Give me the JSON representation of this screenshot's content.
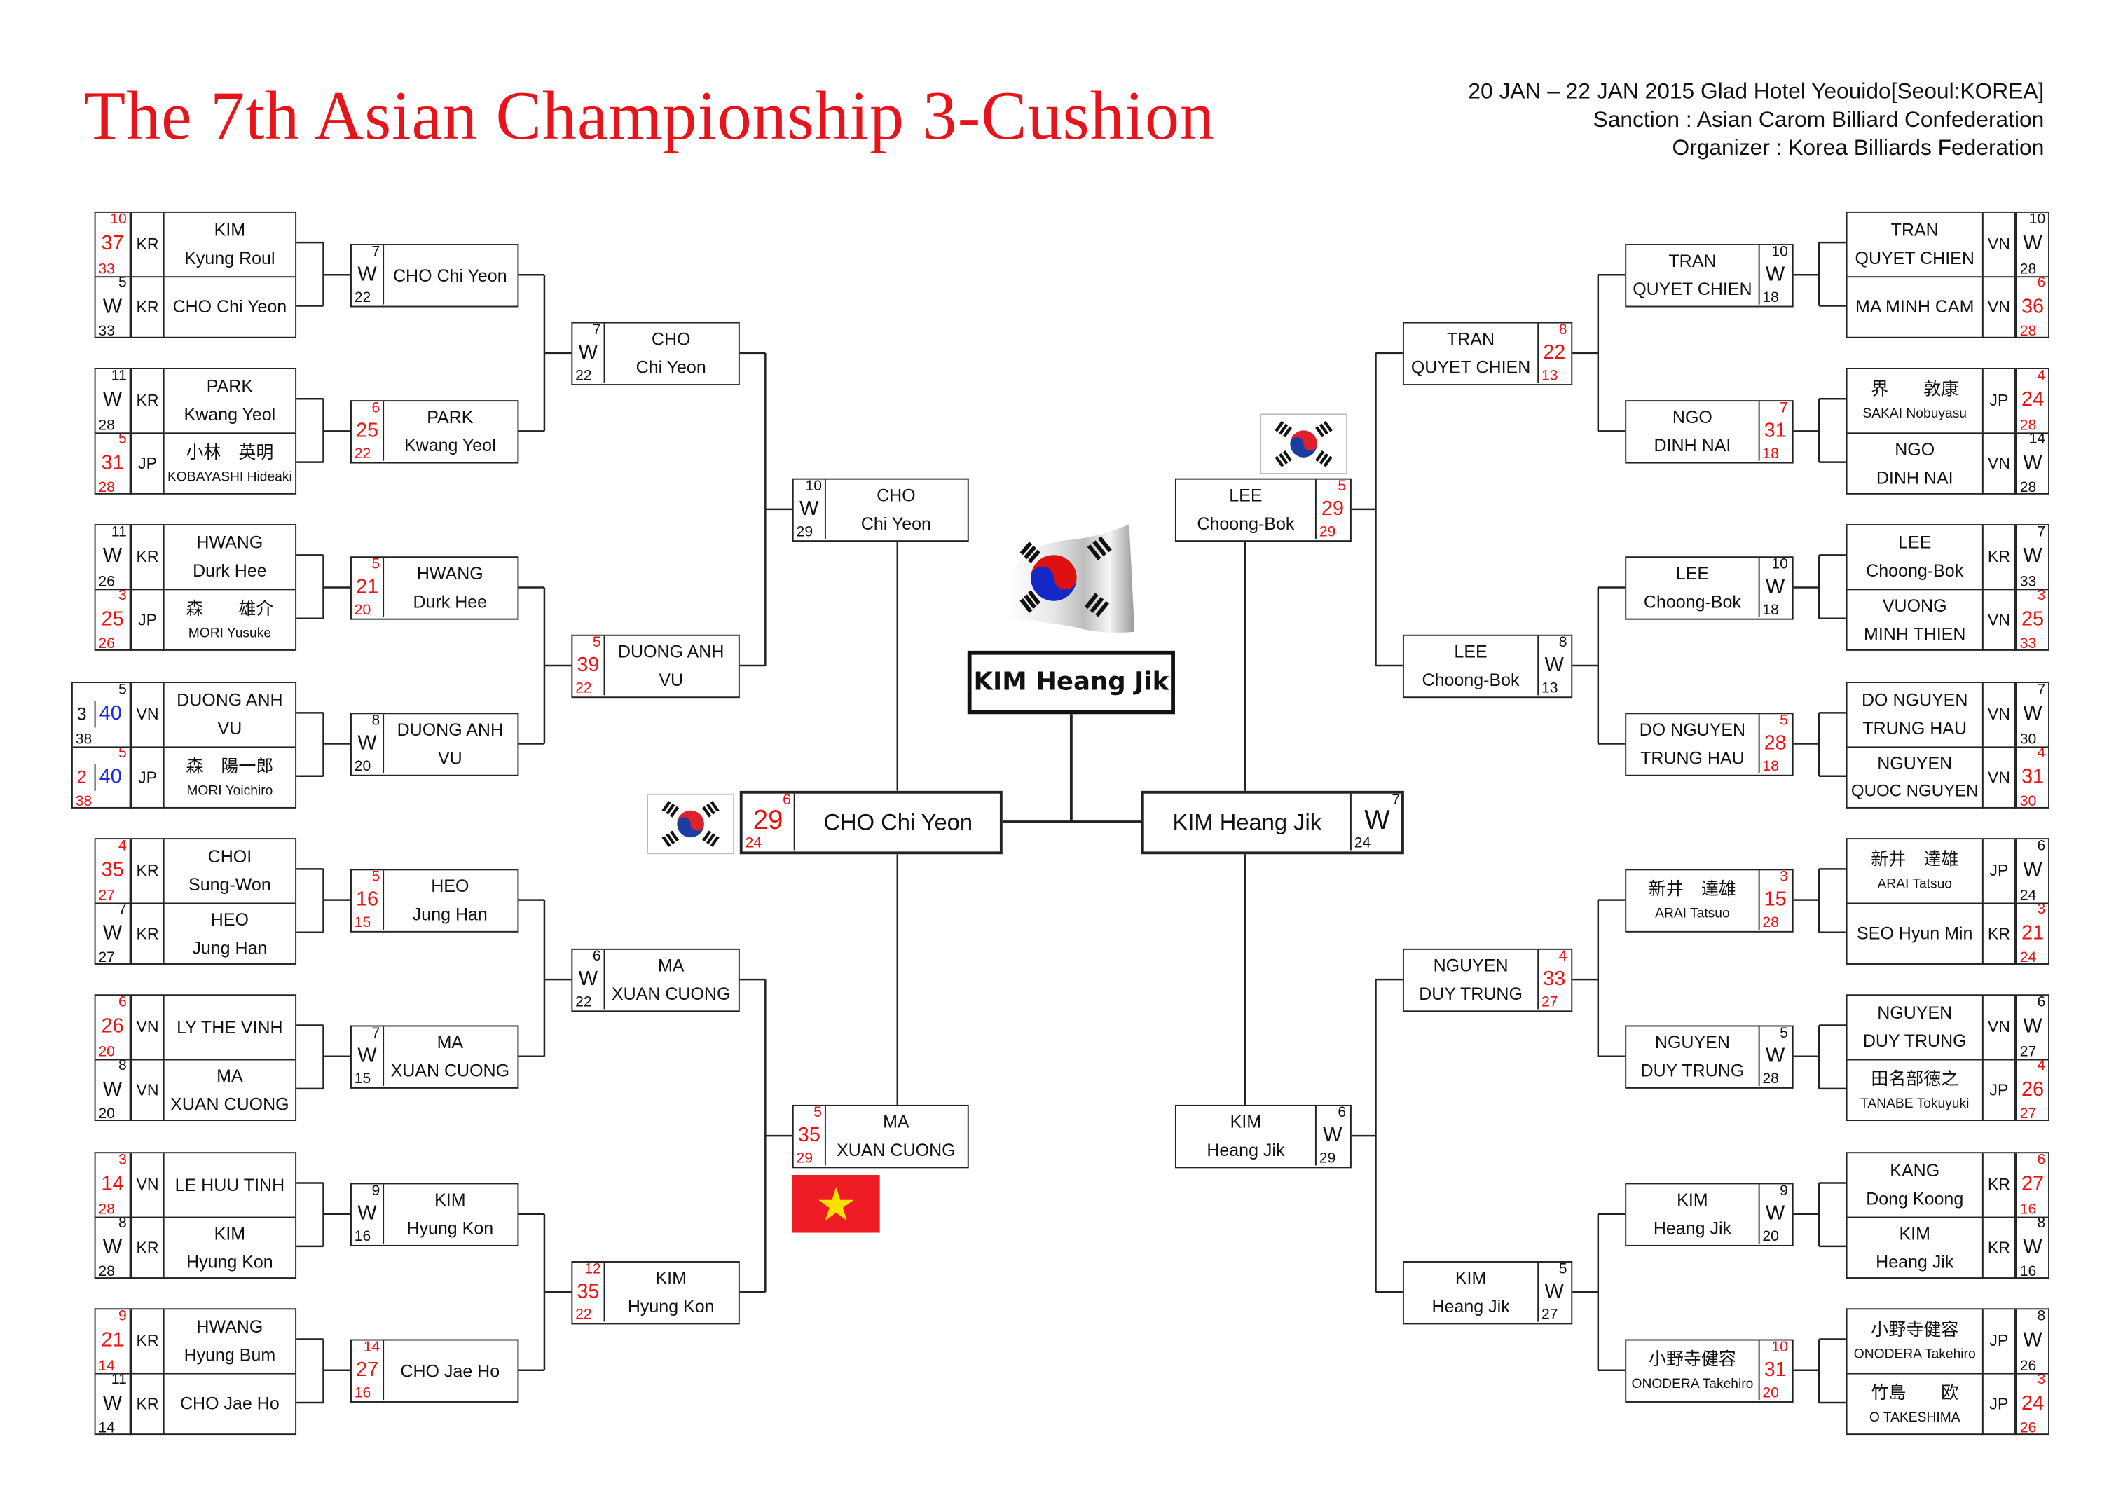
{
  "header": {
    "title": "The 7th Asian Championship 3-Cushion",
    "info": [
      "20 JAN – 22 JAN 2015  Glad Hotel Yeouido[Seoul:KOREA]",
      "Sanction : Asian Carom Billiard Confederation",
      "Organizer : Korea Billiards Federation"
    ]
  },
  "colors": {
    "title": "#e8141c",
    "loss_score": "#f01010",
    "tiebreak_score": "#1a2be8",
    "line": "#222222"
  },
  "champion": "KIM Heang Jik",
  "flags": {
    "champion": "korea-flag-waving",
    "semifinal_left": "korea-flag",
    "quarterfinal_right": "korea-flag",
    "quarterfinal_left_lower": "vietnam-flag"
  },
  "left": {
    "r1": [
      {
        "name": [
          "KIM",
          "Kyung Roul"
        ],
        "country": "KR",
        "top": "10",
        "mid": "37",
        "bot": "33",
        "lost": true
      },
      {
        "name": [
          "CHO Chi Yeon"
        ],
        "country": "KR",
        "top": "5",
        "mid": "W",
        "bot": "33",
        "lost": false
      },
      {
        "name": [
          "PARK",
          "Kwang Yeol"
        ],
        "country": "KR",
        "top": "11",
        "mid": "W",
        "bot": "28",
        "lost": false
      },
      {
        "name": [
          "小林　英明",
          "KOBAYASHI Hideaki"
        ],
        "country": "JP",
        "top": "5",
        "mid": "31",
        "bot": "28",
        "lost": true
      },
      {
        "name": [
          "HWANG",
          "Durk Hee"
        ],
        "country": "KR",
        "top": "11",
        "mid": "W",
        "bot": "26",
        "lost": false
      },
      {
        "name": [
          "森　　雄介",
          "MORI Yusuke"
        ],
        "country": "JP",
        "top": "3",
        "mid": "25",
        "bot": "26",
        "lost": true
      },
      {
        "name": [
          "DUONG ANH",
          "VU"
        ],
        "country": "VN",
        "pre": "3",
        "top": "5",
        "mid": "40",
        "bot": "38",
        "lost": false,
        "mid_blue": true
      },
      {
        "name": [
          "森　陽一郎",
          "MORI Yoichiro"
        ],
        "country": "JP",
        "pre": "2",
        "top": "5",
        "mid": "40",
        "bot": "38",
        "lost": true,
        "mid_blue": true
      },
      {
        "name": [
          "CHOI",
          "Sung-Won"
        ],
        "country": "KR",
        "top": "4",
        "mid": "35",
        "bot": "27",
        "lost": true
      },
      {
        "name": [
          "HEO",
          "Jung Han"
        ],
        "country": "KR",
        "top": "7",
        "mid": "W",
        "bot": "27",
        "lost": false
      },
      {
        "name": [
          "LY THE VINH"
        ],
        "country": "VN",
        "top": "6",
        "mid": "26",
        "bot": "20",
        "lost": true
      },
      {
        "name": [
          "MA",
          "XUAN CUONG"
        ],
        "country": "VN",
        "top": "8",
        "mid": "W",
        "bot": "20",
        "lost": false
      },
      {
        "name": [
          "LE HUU TINH"
        ],
        "country": "VN",
        "top": "3",
        "mid": "14",
        "bot": "28",
        "lost": true
      },
      {
        "name": [
          "KIM",
          "Hyung Kon"
        ],
        "country": "KR",
        "top": "8",
        "mid": "W",
        "bot": "28",
        "lost": false
      },
      {
        "name": [
          "HWANG",
          "Hyung Bum"
        ],
        "country": "KR",
        "top": "9",
        "mid": "21",
        "bot": "14",
        "lost": true
      },
      {
        "name": [
          "CHO Jae Ho"
        ],
        "country": "KR",
        "top": "11",
        "mid": "W",
        "bot": "14",
        "lost": false
      }
    ],
    "r2": [
      {
        "name": [
          "CHO Chi Yeon"
        ],
        "top": "7",
        "mid": "W",
        "bot": "22",
        "lost": false
      },
      {
        "name": [
          "PARK",
          "Kwang Yeol"
        ],
        "top": "6",
        "mid": "25",
        "bot": "22",
        "lost": true
      },
      {
        "name": [
          "HWANG",
          "Durk Hee"
        ],
        "top": "5",
        "mid": "21",
        "bot": "20",
        "lost": true
      },
      {
        "name": [
          "DUONG ANH",
          "VU"
        ],
        "top": "8",
        "mid": "W",
        "bot": "20",
        "lost": false
      },
      {
        "name": [
          "HEO",
          "Jung Han"
        ],
        "top": "5",
        "mid": "16",
        "bot": "15",
        "lost": true
      },
      {
        "name": [
          "MA",
          "XUAN CUONG"
        ],
        "top": "7",
        "mid": "W",
        "bot": "15",
        "lost": false
      },
      {
        "name": [
          "KIM",
          "Hyung Kon"
        ],
        "top": "9",
        "mid": "W",
        "bot": "16",
        "lost": false
      },
      {
        "name": [
          "CHO Jae Ho"
        ],
        "top": "14",
        "mid": "27",
        "bot": "16",
        "lost": true
      }
    ],
    "r3": [
      {
        "name": [
          "CHO",
          "Chi Yeon"
        ],
        "top": "7",
        "mid": "W",
        "bot": "22",
        "lost": false
      },
      {
        "name": [
          "DUONG ANH",
          "VU"
        ],
        "top": "5",
        "mid": "39",
        "bot": "22",
        "lost": true
      },
      {
        "name": [
          "MA",
          "XUAN CUONG"
        ],
        "top": "6",
        "mid": "W",
        "bot": "22",
        "lost": false
      },
      {
        "name": [
          "KIM",
          "Hyung Kon"
        ],
        "top": "12",
        "mid": "35",
        "bot": "22",
        "lost": true
      }
    ],
    "qf": [
      {
        "name": [
          "CHO",
          "Chi Yeon"
        ],
        "top": "10",
        "mid": "W",
        "bot": "29",
        "lost": false
      },
      {
        "name": [
          "MA",
          "XUAN CUONG"
        ],
        "top": "5",
        "mid": "35",
        "bot": "29",
        "lost": true
      }
    ],
    "sf": {
      "name": [
        "CHO Chi Yeon"
      ],
      "top": "6",
      "mid": "29",
      "bot": "24",
      "lost": true
    }
  },
  "right": {
    "r1": [
      {
        "name": [
          "TRAN",
          "QUYET CHIEN"
        ],
        "country": "VN",
        "top": "10",
        "mid": "W",
        "bot": "28",
        "lost": false
      },
      {
        "name": [
          "MA MINH CAM"
        ],
        "country": "VN",
        "top": "6",
        "mid": "36",
        "bot": "28",
        "lost": true
      },
      {
        "name": [
          "界　　敦康",
          "SAKAI Nobuyasu"
        ],
        "country": "JP",
        "top": "4",
        "mid": "24",
        "bot": "28",
        "lost": true
      },
      {
        "name": [
          "NGO",
          "DINH NAI"
        ],
        "country": "VN",
        "top": "14",
        "mid": "W",
        "bot": "28",
        "lost": false
      },
      {
        "name": [
          "LEE",
          "Choong-Bok"
        ],
        "country": "KR",
        "top": "7",
        "mid": "W",
        "bot": "33",
        "lost": false
      },
      {
        "name": [
          "VUONG",
          "MINH THIEN"
        ],
        "country": "VN",
        "top": "3",
        "mid": "25",
        "bot": "33",
        "lost": true
      },
      {
        "name": [
          "DO NGUYEN",
          "TRUNG HAU"
        ],
        "country": "VN",
        "top": "7",
        "mid": "W",
        "bot": "30",
        "lost": false
      },
      {
        "name": [
          "NGUYEN",
          "QUOC NGUYEN"
        ],
        "country": "VN",
        "top": "4",
        "mid": "31",
        "bot": "30",
        "lost": true
      },
      {
        "name": [
          "新井　達雄",
          "ARAI Tatsuo"
        ],
        "country": "JP",
        "top": "6",
        "mid": "W",
        "bot": "24",
        "lost": false
      },
      {
        "name": [
          "SEO Hyun Min"
        ],
        "country": "KR",
        "top": "3",
        "mid": "21",
        "bot": "24",
        "lost": true
      },
      {
        "name": [
          "NGUYEN",
          "DUY TRUNG"
        ],
        "country": "VN",
        "top": "6",
        "mid": "W",
        "bot": "27",
        "lost": false
      },
      {
        "name": [
          "田名部徳之",
          "TANABE Tokuyuki"
        ],
        "country": "JP",
        "top": "4",
        "mid": "26",
        "bot": "27",
        "lost": true
      },
      {
        "name": [
          "KANG",
          "Dong Koong"
        ],
        "country": "KR",
        "top": "6",
        "mid": "27",
        "bot": "16",
        "lost": true
      },
      {
        "name": [
          "KIM",
          "Heang Jik"
        ],
        "country": "KR",
        "top": "8",
        "mid": "W",
        "bot": "16",
        "lost": false
      },
      {
        "name": [
          "小野寺健容",
          "ONODERA Takehiro"
        ],
        "country": "JP",
        "top": "8",
        "mid": "W",
        "bot": "26",
        "lost": false
      },
      {
        "name": [
          "竹島　　欧",
          "O TAKESHIMA"
        ],
        "country": "JP",
        "top": "3",
        "mid": "24",
        "bot": "26",
        "lost": true
      }
    ],
    "r2": [
      {
        "name": [
          "TRAN",
          "QUYET CHIEN"
        ],
        "top": "10",
        "mid": "W",
        "bot": "18",
        "lost": false
      },
      {
        "name": [
          "NGO",
          "DINH NAI"
        ],
        "top": "7",
        "mid": "31",
        "bot": "18",
        "lost": true
      },
      {
        "name": [
          "LEE",
          "Choong-Bok"
        ],
        "top": "10",
        "mid": "W",
        "bot": "18",
        "lost": false
      },
      {
        "name": [
          "DO NGUYEN",
          "TRUNG HAU"
        ],
        "top": "5",
        "mid": "28",
        "bot": "18",
        "lost": true
      },
      {
        "name": [
          "新井　達雄",
          "ARAI Tatsuo"
        ],
        "top": "3",
        "mid": "15",
        "bot": "28",
        "lost": true
      },
      {
        "name": [
          "NGUYEN",
          "DUY TRUNG"
        ],
        "top": "5",
        "mid": "W",
        "bot": "28",
        "lost": false
      },
      {
        "name": [
          "KIM",
          "Heang Jik"
        ],
        "top": "9",
        "mid": "W",
        "bot": "20",
        "lost": false
      },
      {
        "name": [
          "小野寺健容",
          "ONODERA Takehiro"
        ],
        "top": "10",
        "mid": "31",
        "bot": "20",
        "lost": true
      }
    ],
    "r3": [
      {
        "name": [
          "TRAN",
          "QUYET CHIEN"
        ],
        "top": "8",
        "mid": "22",
        "bot": "13",
        "lost": true
      },
      {
        "name": [
          "LEE",
          "Choong-Bok"
        ],
        "top": "8",
        "mid": "W",
        "bot": "13",
        "lost": false
      },
      {
        "name": [
          "NGUYEN",
          "DUY TRUNG"
        ],
        "top": "4",
        "mid": "33",
        "bot": "27",
        "lost": true
      },
      {
        "name": [
          "KIM",
          "Heang Jik"
        ],
        "top": "5",
        "mid": "W",
        "bot": "27",
        "lost": false
      }
    ],
    "qf": [
      {
        "name": [
          "LEE",
          "Choong-Bok"
        ],
        "top": "5",
        "mid": "29",
        "bot": "29",
        "lost": true
      },
      {
        "name": [
          "KIM",
          "Heang Jik"
        ],
        "top": "6",
        "mid": "W",
        "bot": "29",
        "lost": false
      }
    ],
    "sf": {
      "name": [
        "KIM Heang Jik"
      ],
      "top": "7",
      "mid": "W",
      "bot": "24",
      "lost": false
    }
  }
}
